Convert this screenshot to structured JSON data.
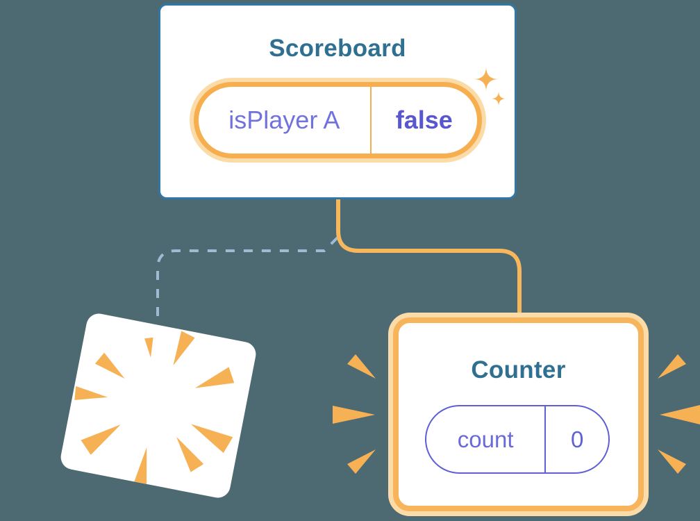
{
  "diagram": {
    "background_color": "#4D6971",
    "scoreboard": {
      "title": "Scoreboard",
      "state_pill": {
        "label": "isPlayer A",
        "value": "false"
      }
    },
    "counter": {
      "title": "Counter",
      "state_pill": {
        "label": "count",
        "value": "0"
      }
    },
    "icons": [
      "sparkle-icon",
      "explosion-burst-icon",
      "emphasis-burst-icon"
    ],
    "colors": {
      "card_border_blue": "#3077A8",
      "title_teal": "#2F7090",
      "orange": "#F7B155",
      "orange_halo": "#FBDCA9",
      "connector_orange": "#F8B75C",
      "dashed_line_blue": "#9FBBD3",
      "state_label_purple": "#7172DE",
      "state_value_purple": "#5957D0",
      "counter_pill_border": "#5E5ED6"
    }
  }
}
